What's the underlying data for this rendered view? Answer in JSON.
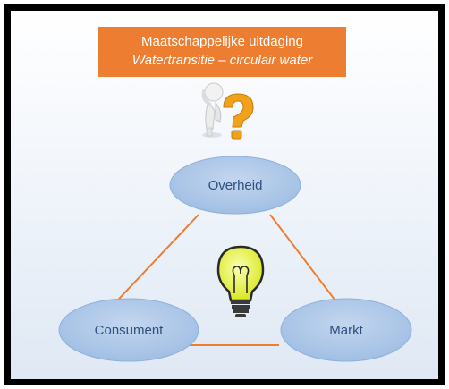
{
  "title": {
    "line1": "Maatschappelijke uitdaging",
    "line2": "Watertransitie – circulair water"
  },
  "nodes": {
    "top": "Overheid",
    "left": "Consument",
    "right": "Markt"
  },
  "colors": {
    "title_bg": "#ed7d31",
    "node_fill": "#a9c4e6",
    "connector": "#ed7d31",
    "bulb": "#e7f53a",
    "question_mark": "#f0a21c"
  },
  "icons": [
    "thinking-person-icon",
    "question-mark-icon",
    "lightbulb-icon"
  ]
}
